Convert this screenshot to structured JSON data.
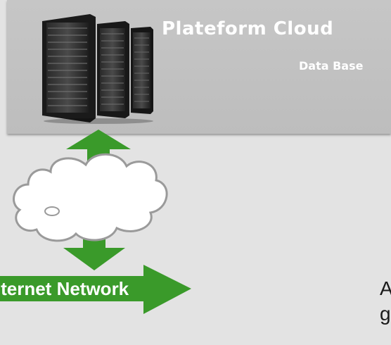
{
  "platform": {
    "title": "Plateform Cloud",
    "subtitle": "Data Base"
  },
  "network": {
    "label": "Internet Network"
  },
  "side_text": {
    "line1": "A",
    "line2": "g"
  },
  "colors": {
    "arrow_green": "#3a9a2a",
    "platform_bg": "#c1c1c1",
    "page_bg": "#e3e3e3",
    "cloud_fill": "#ffffff",
    "cloud_stroke": "#9a9a9a"
  },
  "icons": {
    "server": "server-rack-icon",
    "cloud": "cloud-icon"
  }
}
